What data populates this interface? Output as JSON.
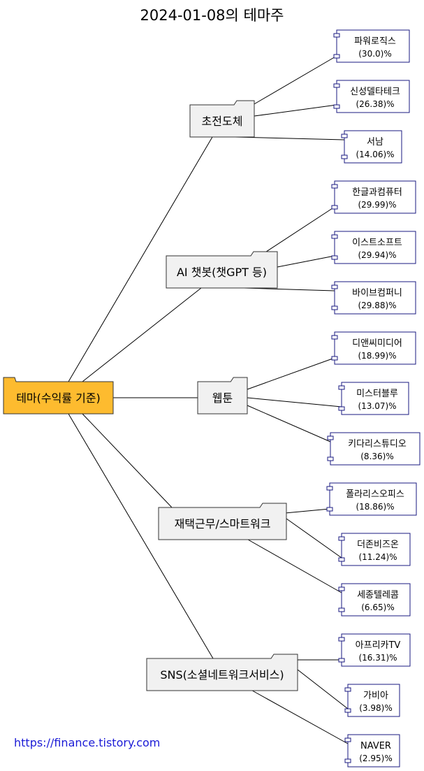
{
  "title": "2024-01-08의 테마주",
  "root": {
    "label": "테마(수익률 기준)",
    "fill": "#FDBB2F"
  },
  "themes": [
    {
      "label": "초전도체",
      "stocks": [
        {
          "name": "파워로직스",
          "pct": "(30.0)%"
        },
        {
          "name": "신성델타테크",
          "pct": "(26.38)%"
        },
        {
          "name": "서남",
          "pct": "(14.06)%"
        }
      ]
    },
    {
      "label": "AI 챗봇(챗GPT 등)",
      "stocks": [
        {
          "name": "한글과컴퓨터",
          "pct": "(29.99)%"
        },
        {
          "name": "이스트소프트",
          "pct": "(29.94)%"
        },
        {
          "name": "바이브컴퍼니",
          "pct": "(29.88)%"
        }
      ]
    },
    {
      "label": "웹툰",
      "stocks": [
        {
          "name": "디앤씨미디어",
          "pct": "(18.99)%"
        },
        {
          "name": "미스터블루",
          "pct": "(13.07)%"
        },
        {
          "name": "키다리스튜디오",
          "pct": "(8.36)%"
        }
      ]
    },
    {
      "label": "재택근무/스마트워크",
      "stocks": [
        {
          "name": "폴라리스오피스",
          "pct": "(18.86)%"
        },
        {
          "name": "더존비즈온",
          "pct": "(11.24)%"
        },
        {
          "name": "세종텔레콤",
          "pct": "(6.65)%"
        }
      ]
    },
    {
      "label": "SNS(소셜네트워크서비스)",
      "stocks": [
        {
          "name": "아프리카TV",
          "pct": "(16.31)%"
        },
        {
          "name": "가비아",
          "pct": "(3.98)%"
        },
        {
          "name": "NAVER",
          "pct": "(2.95)%"
        }
      ]
    }
  ],
  "credit": "https://finance.tistory.com",
  "colors": {
    "folder": "#F1F1F1",
    "component_border": "#1a1a80",
    "line": "#000000",
    "credit": "#1a1ad6"
  }
}
